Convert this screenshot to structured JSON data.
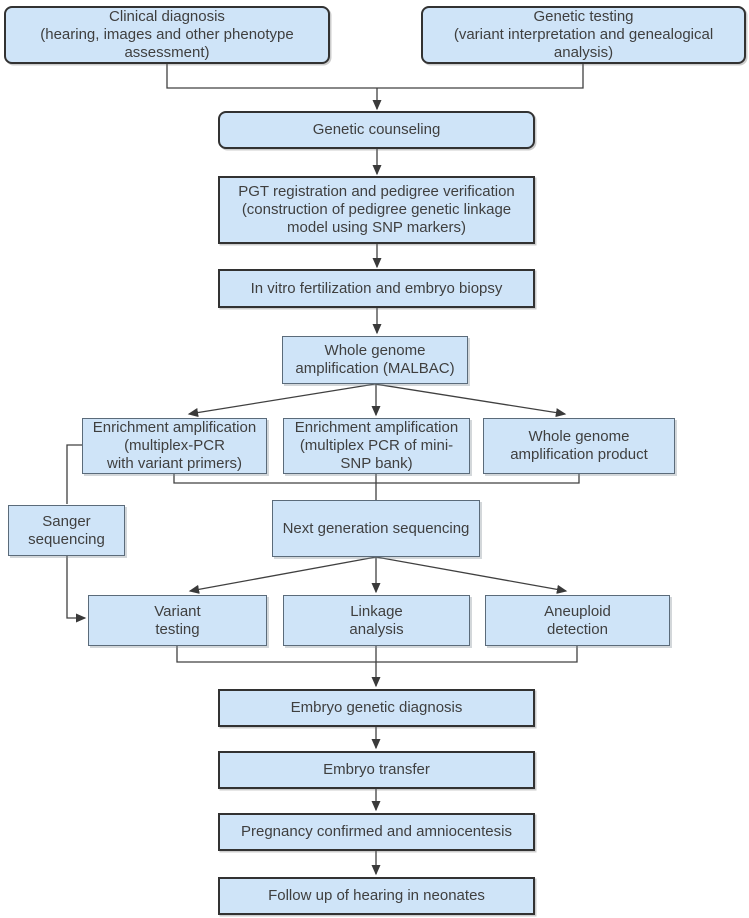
{
  "flowchart": {
    "nodes": {
      "clinical_diagnosis": {
        "label": "Clinical diagnosis\n(hearing, images and other phenotype\nassessment)"
      },
      "genetic_testing": {
        "label": "Genetic testing\n(variant interpretation and genealogical\nanalysis)"
      },
      "genetic_counseling": {
        "label": "Genetic counseling"
      },
      "pgt_registration": {
        "label": "PGT registration and pedigree verification\n(construction of pedigree genetic linkage\nmodel using SNP markers)"
      },
      "ivf_biopsy": {
        "label": "In vitro fertilization and embryo biopsy"
      },
      "wga_malbac": {
        "label": "Whole genome\namplification (MALBAC)"
      },
      "enrichment_variant_primers": {
        "label": "Enrichment amplification\n(multiplex-PCR\nwith variant primers)"
      },
      "enrichment_mini_snp": {
        "label": "Enrichment amplification\n(multiplex PCR of mini-\nSNP bank)"
      },
      "wga_product": {
        "label": "Whole genome\namplification product"
      },
      "sanger_sequencing": {
        "label": "Sanger\nsequencing"
      },
      "ngs": {
        "label": "Next generation sequencing"
      },
      "variant_testing": {
        "label": "Variant\ntesting"
      },
      "linkage_analysis": {
        "label": "Linkage\nanalysis"
      },
      "aneuploid_detection": {
        "label": "Aneuploid\ndetection"
      },
      "embryo_genetic_diagnosis": {
        "label": "Embryo genetic diagnosis"
      },
      "embryo_transfer": {
        "label": "Embryo transfer"
      },
      "pregnancy_amniocentesis": {
        "label": "Pregnancy confirmed and amniocentesis"
      },
      "follow_up": {
        "label": "Follow up of hearing in neonates"
      }
    },
    "edges": [
      {
        "from": "clinical_diagnosis",
        "to": "genetic_counseling",
        "arrow": true
      },
      {
        "from": "genetic_testing",
        "to": "genetic_counseling",
        "arrow": true
      },
      {
        "from": "genetic_counseling",
        "to": "pgt_registration",
        "arrow": true
      },
      {
        "from": "pgt_registration",
        "to": "ivf_biopsy",
        "arrow": true
      },
      {
        "from": "ivf_biopsy",
        "to": "wga_malbac",
        "arrow": true
      },
      {
        "from": "wga_malbac",
        "to": "enrichment_variant_primers",
        "arrow": true
      },
      {
        "from": "wga_malbac",
        "to": "enrichment_mini_snp",
        "arrow": true
      },
      {
        "from": "wga_malbac",
        "to": "wga_product",
        "arrow": true
      },
      {
        "from": "enrichment_variant_primers",
        "to": "sanger_sequencing",
        "arrow": false
      },
      {
        "from": "enrichment_variant_primers",
        "to": "ngs",
        "arrow": false
      },
      {
        "from": "enrichment_mini_snp",
        "to": "ngs",
        "arrow": false
      },
      {
        "from": "wga_product",
        "to": "ngs",
        "arrow": false
      },
      {
        "from": "sanger_sequencing",
        "to": "variant_testing",
        "arrow": true
      },
      {
        "from": "ngs",
        "to": "variant_testing",
        "arrow": true
      },
      {
        "from": "ngs",
        "to": "linkage_analysis",
        "arrow": true
      },
      {
        "from": "ngs",
        "to": "aneuploid_detection",
        "arrow": true
      },
      {
        "from": "variant_testing",
        "to": "embryo_genetic_diagnosis",
        "arrow": true
      },
      {
        "from": "linkage_analysis",
        "to": "embryo_genetic_diagnosis",
        "arrow": true
      },
      {
        "from": "aneuploid_detection",
        "to": "embryo_genetic_diagnosis",
        "arrow": true
      },
      {
        "from": "embryo_genetic_diagnosis",
        "to": "embryo_transfer",
        "arrow": true
      },
      {
        "from": "embryo_transfer",
        "to": "pregnancy_amniocentesis",
        "arrow": true
      },
      {
        "from": "pregnancy_amniocentesis",
        "to": "follow_up",
        "arrow": true
      }
    ],
    "colors": {
      "node_fill": "#cfe4f8",
      "node_border_thin": "#5b6b7a",
      "node_border_thick": "#323232",
      "connector": "#404040",
      "text": "#3f3f3f",
      "background": "#ffffff"
    }
  }
}
